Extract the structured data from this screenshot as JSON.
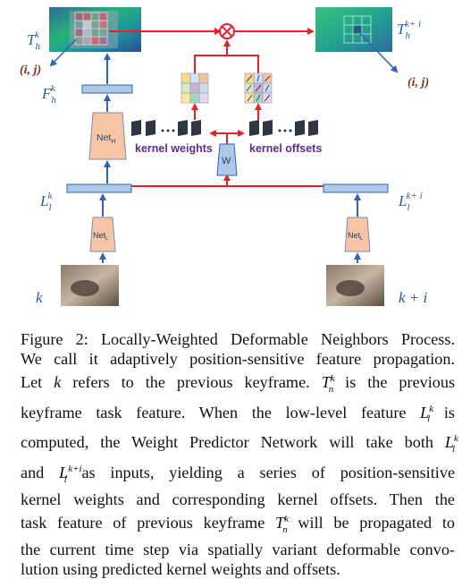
{
  "diagram": {
    "labels": {
      "T_h_k": "T",
      "T_h_k_sup": "k",
      "T_h_k_sub": "h",
      "T_h_k1_sup": "k+ i",
      "F_h_k": "F",
      "L_l_k": "L",
      "L_l_k1_sup": "k+ i",
      "ij_left": "(i, j)",
      "ij_right": "(i, j)",
      "k_left": "k",
      "k_right": "k + i",
      "net_h": "Net",
      "net_h_sub": "H",
      "net_l": "Net",
      "net_l_sub": "L",
      "w_label": "W",
      "kernel_weights": "kernel weights",
      "kernel_offsets": "kernel offsets",
      "h_sub": "h",
      "l_sub": "l"
    },
    "colors": {
      "red": "#e8202a",
      "blue": "#2f64b6",
      "net_fill": "#f7c5a5",
      "bar_fill": "#aec9e5",
      "teal": "#17a985",
      "green": "#37c47c"
    }
  },
  "caption": {
    "lines": [
      "Figure 2: Locally-Weighted Deformable Neighbors Process.",
      "We call it adaptively position-sensitive feature propagation.",
      "Let",
      "k",
      "refers to the previous keyframe.",
      "T",
      "k",
      "n",
      "is the previous",
      "keyframe task feature. When the low-level feature",
      "L",
      "k",
      "l",
      "is",
      "computed, the Weight Predictor Network will take both",
      "L",
      "k",
      "l",
      "and",
      "L",
      "k+i",
      "l",
      "as inputs, yielding a series of position-sensitive",
      "kernel weights and corresponding kernel offsets. Then the",
      "task feature of previous keyframe",
      "T",
      "k",
      "n",
      "will be propagated to",
      "the current time step via spatially variant deformable convo-",
      "lution using predicted kernel weights and offsets."
    ]
  }
}
